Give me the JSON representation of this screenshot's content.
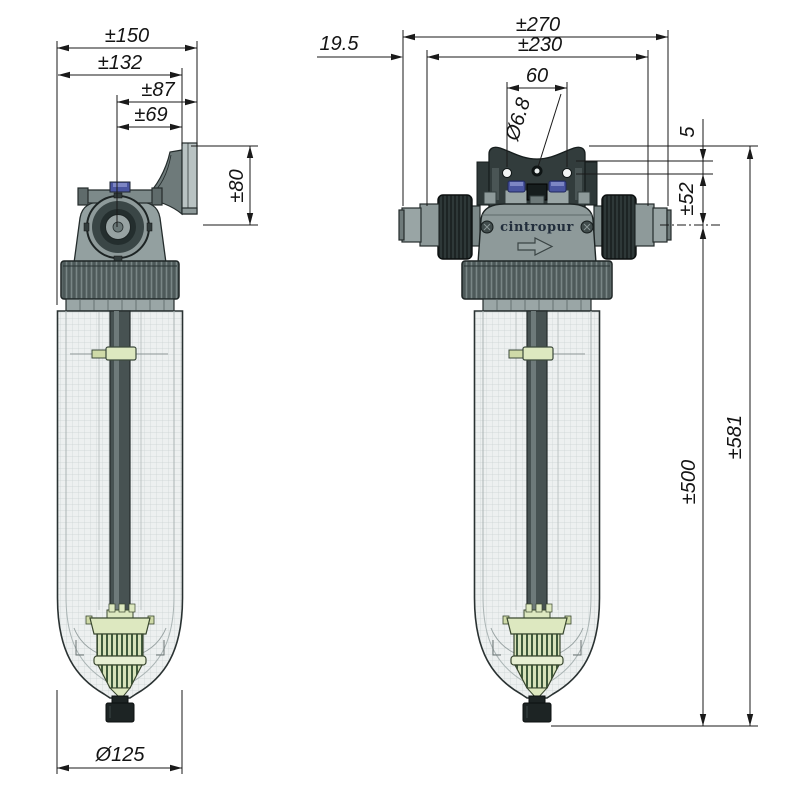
{
  "drawing": {
    "brand_label": "cintropur",
    "side_view": {
      "dim_overall_width": "±150",
      "dim_body_width": "±132",
      "dim_center_to_wall": "±87",
      "dim_center_to_plate": "±69",
      "dim_bracket_height": "±80",
      "dim_bowl_diameter": "Ø125"
    },
    "front_view": {
      "dim_overall_width": "±270",
      "dim_union_width": "±230",
      "dim_connector_length": "19.5",
      "dim_hole_spacing": "60",
      "dim_hole_diameter": "Ø6.8",
      "dim_bracket_top_offset": "5",
      "dim_holes_to_axis": "±52",
      "dim_axis_to_bottom": "±500",
      "dim_overall_height": "±581"
    },
    "colors": {
      "line": "#1a1a1a",
      "body_gray": "#8e9a9a",
      "dark_part": "#1d2424",
      "bracket_dark": "#323c3c",
      "turbine_green": "#dde8c0",
      "slat_green": "#3f5a3c",
      "vent_blue": "#4a55a0",
      "bowl_mesh": "#edf0f0"
    }
  }
}
